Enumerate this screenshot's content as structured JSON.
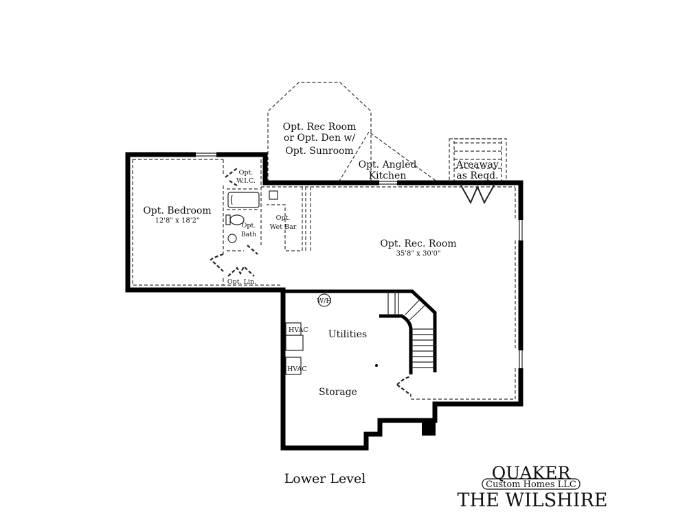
{
  "rooms": {
    "sunroom": [
      "Opt. Rec Room",
      "or Opt. Den w/",
      "Opt. Sunroom"
    ],
    "angled_kitchen": [
      "Opt. Angled",
      "Kitchen"
    ],
    "areaway": [
      "Areaway",
      "as Reqd."
    ],
    "bedroom": {
      "name": "Opt. Bedroom",
      "size": "12'8\" x 18'2\""
    },
    "wic": [
      "Opt.",
      "W.I.C."
    ],
    "bath": [
      "Opt.",
      "Bath"
    ],
    "wet_bar": [
      "Opt.",
      "Wet Bar"
    ],
    "linen": "Opt. Lin.",
    "rec_room": {
      "name": "Opt. Rec. Room",
      "size": "35'8\" x 30'0\""
    },
    "water_heater": "W/H",
    "hvac_1": "HVAC",
    "hvac_2": "HVAC",
    "utilities": "Utilities",
    "storage": "Storage"
  },
  "level_label": "Lower Level",
  "branding": {
    "company": "QUAKER",
    "company_sub": "Custom Homes LLC",
    "model_name": "THE WILSHIRE"
  }
}
